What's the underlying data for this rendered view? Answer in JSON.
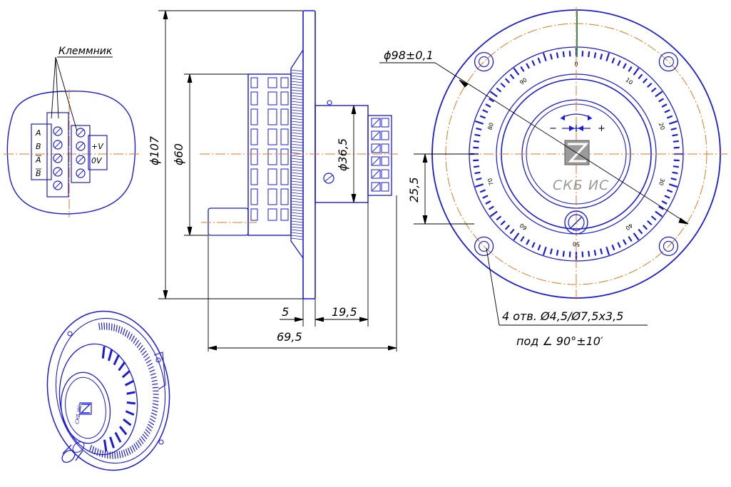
{
  "terminal": {
    "title": "Клеммник",
    "labels_left": [
      "A",
      "B",
      "A",
      "B"
    ],
    "labels_right": [
      "+V",
      "0V"
    ]
  },
  "dimensions": {
    "d107": "ϕ107",
    "d60": "ϕ60",
    "d36": "ϕ36,5",
    "d98": "ϕ98±0,1",
    "h25": "25,5",
    "w5": "5",
    "w19": "19,5",
    "w69": "69,5",
    "holes": "4 отв. Ø4,5/Ø7,5x3,5",
    "angle": "под ∠ 90°±10′"
  },
  "dial": {
    "scale": [
      "0",
      "10",
      "20",
      "30",
      "40",
      "50",
      "60",
      "70",
      "80",
      "90"
    ],
    "minus": "−",
    "plus": "+",
    "brand": "СКБ ИС"
  },
  "iso_brand": "СКБ ИС",
  "colors": {
    "outline": "#1a1adc",
    "centerline": "#e07a20",
    "dimension": "#000000",
    "marker": "#2a8a6a"
  }
}
